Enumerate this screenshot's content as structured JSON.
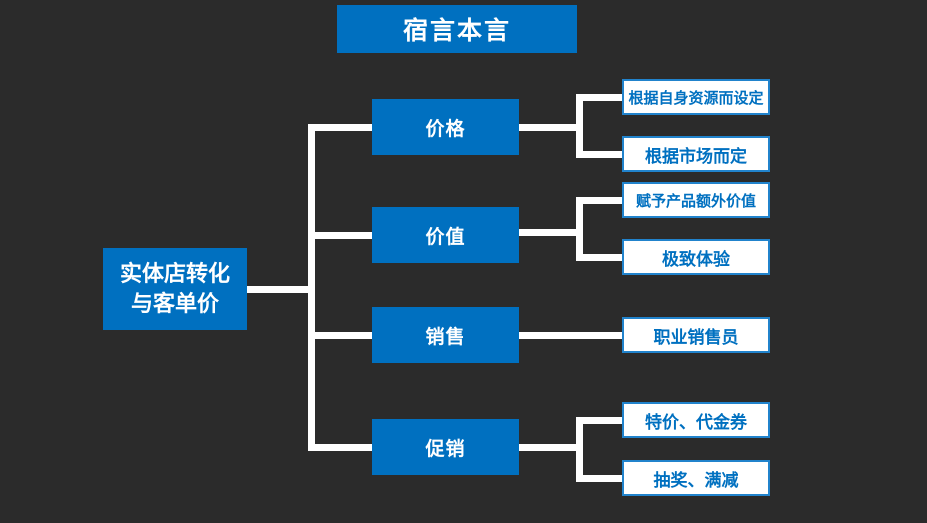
{
  "title": "宿言本言",
  "root": {
    "line1": "实体店转化",
    "line2": "与客单价"
  },
  "branches": [
    {
      "label": "价格",
      "children": [
        "根据自身资源而设定",
        "根据市场而定"
      ]
    },
    {
      "label": "价值",
      "children": [
        "赋予产品额外价值",
        "极致体验"
      ]
    },
    {
      "label": "销售",
      "children": [
        "职业销售员"
      ]
    },
    {
      "label": "促销",
      "children": [
        "特价、代金券",
        "抽奖、满减"
      ]
    }
  ],
  "colors": {
    "background": "#2b2b2b",
    "primary_blue": "#0070c0",
    "leaf_border": "#2183cc",
    "leaf_text": "#0070c0",
    "connector": "#ffffff",
    "node_text": "#ffffff"
  }
}
